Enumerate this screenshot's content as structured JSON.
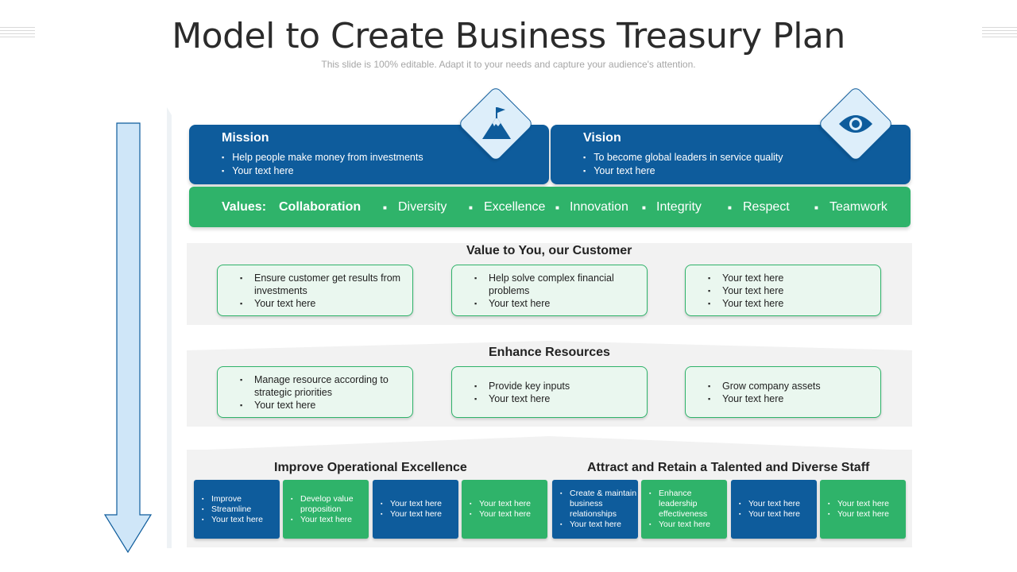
{
  "header": {
    "title": "Model to Create Business Treasury Plan",
    "subtitle": "This slide is 100% editable. Adapt it to your needs and capture your audience's attention."
  },
  "mission": {
    "title": "Mission",
    "items": [
      "Help people make money from investments",
      "Your text here"
    ],
    "icon": "mountain-flag-icon"
  },
  "vision": {
    "title": "Vision",
    "items": [
      "To become global leaders in service quality",
      "Your text here"
    ],
    "icon": "eye-icon"
  },
  "values": {
    "label": "Values:",
    "items": [
      "Collaboration",
      "Diversity",
      "Excellence",
      "Innovation",
      "Integrity",
      "Respect",
      "Teamwork"
    ]
  },
  "customer": {
    "title": "Value to You, our Customer",
    "cards": [
      [
        "Ensure customer get results from investments",
        "Your text here"
      ],
      [
        "Help solve complex financial problems",
        "Your text here"
      ],
      [
        "Your text here",
        "Your text here",
        "Your text here"
      ]
    ]
  },
  "resources": {
    "title": "Enhance Resources",
    "cards": [
      [
        "Manage resource according to strategic priorities",
        "Your text here"
      ],
      [
        "Provide key inputs",
        "Your text here"
      ],
      [
        "Grow company assets",
        "Your text here"
      ]
    ]
  },
  "bottom": {
    "left_title": "Improve Operational Excellence",
    "right_title": "Attract and Retain a Talented and Diverse Staff",
    "tiles": [
      [
        "Improve",
        "Streamline",
        "Your text here"
      ],
      [
        "Develop value proposition",
        "Your text here"
      ],
      [
        "Your text here",
        "Your text here"
      ],
      [
        "Your text here",
        "Your text here"
      ],
      [
        "Create & maintain business relationships",
        "Your text here"
      ],
      [
        "Enhance leadership effectiveness",
        "Your text here"
      ],
      [
        "Your text here",
        "Your text here"
      ],
      [
        "Your text here",
        "Your text here"
      ]
    ]
  },
  "colors": {
    "blue": "#0e5c9c",
    "green": "#2fb36a",
    "light_green": "#eaf7ef",
    "arrow": "#cfe6f8"
  }
}
